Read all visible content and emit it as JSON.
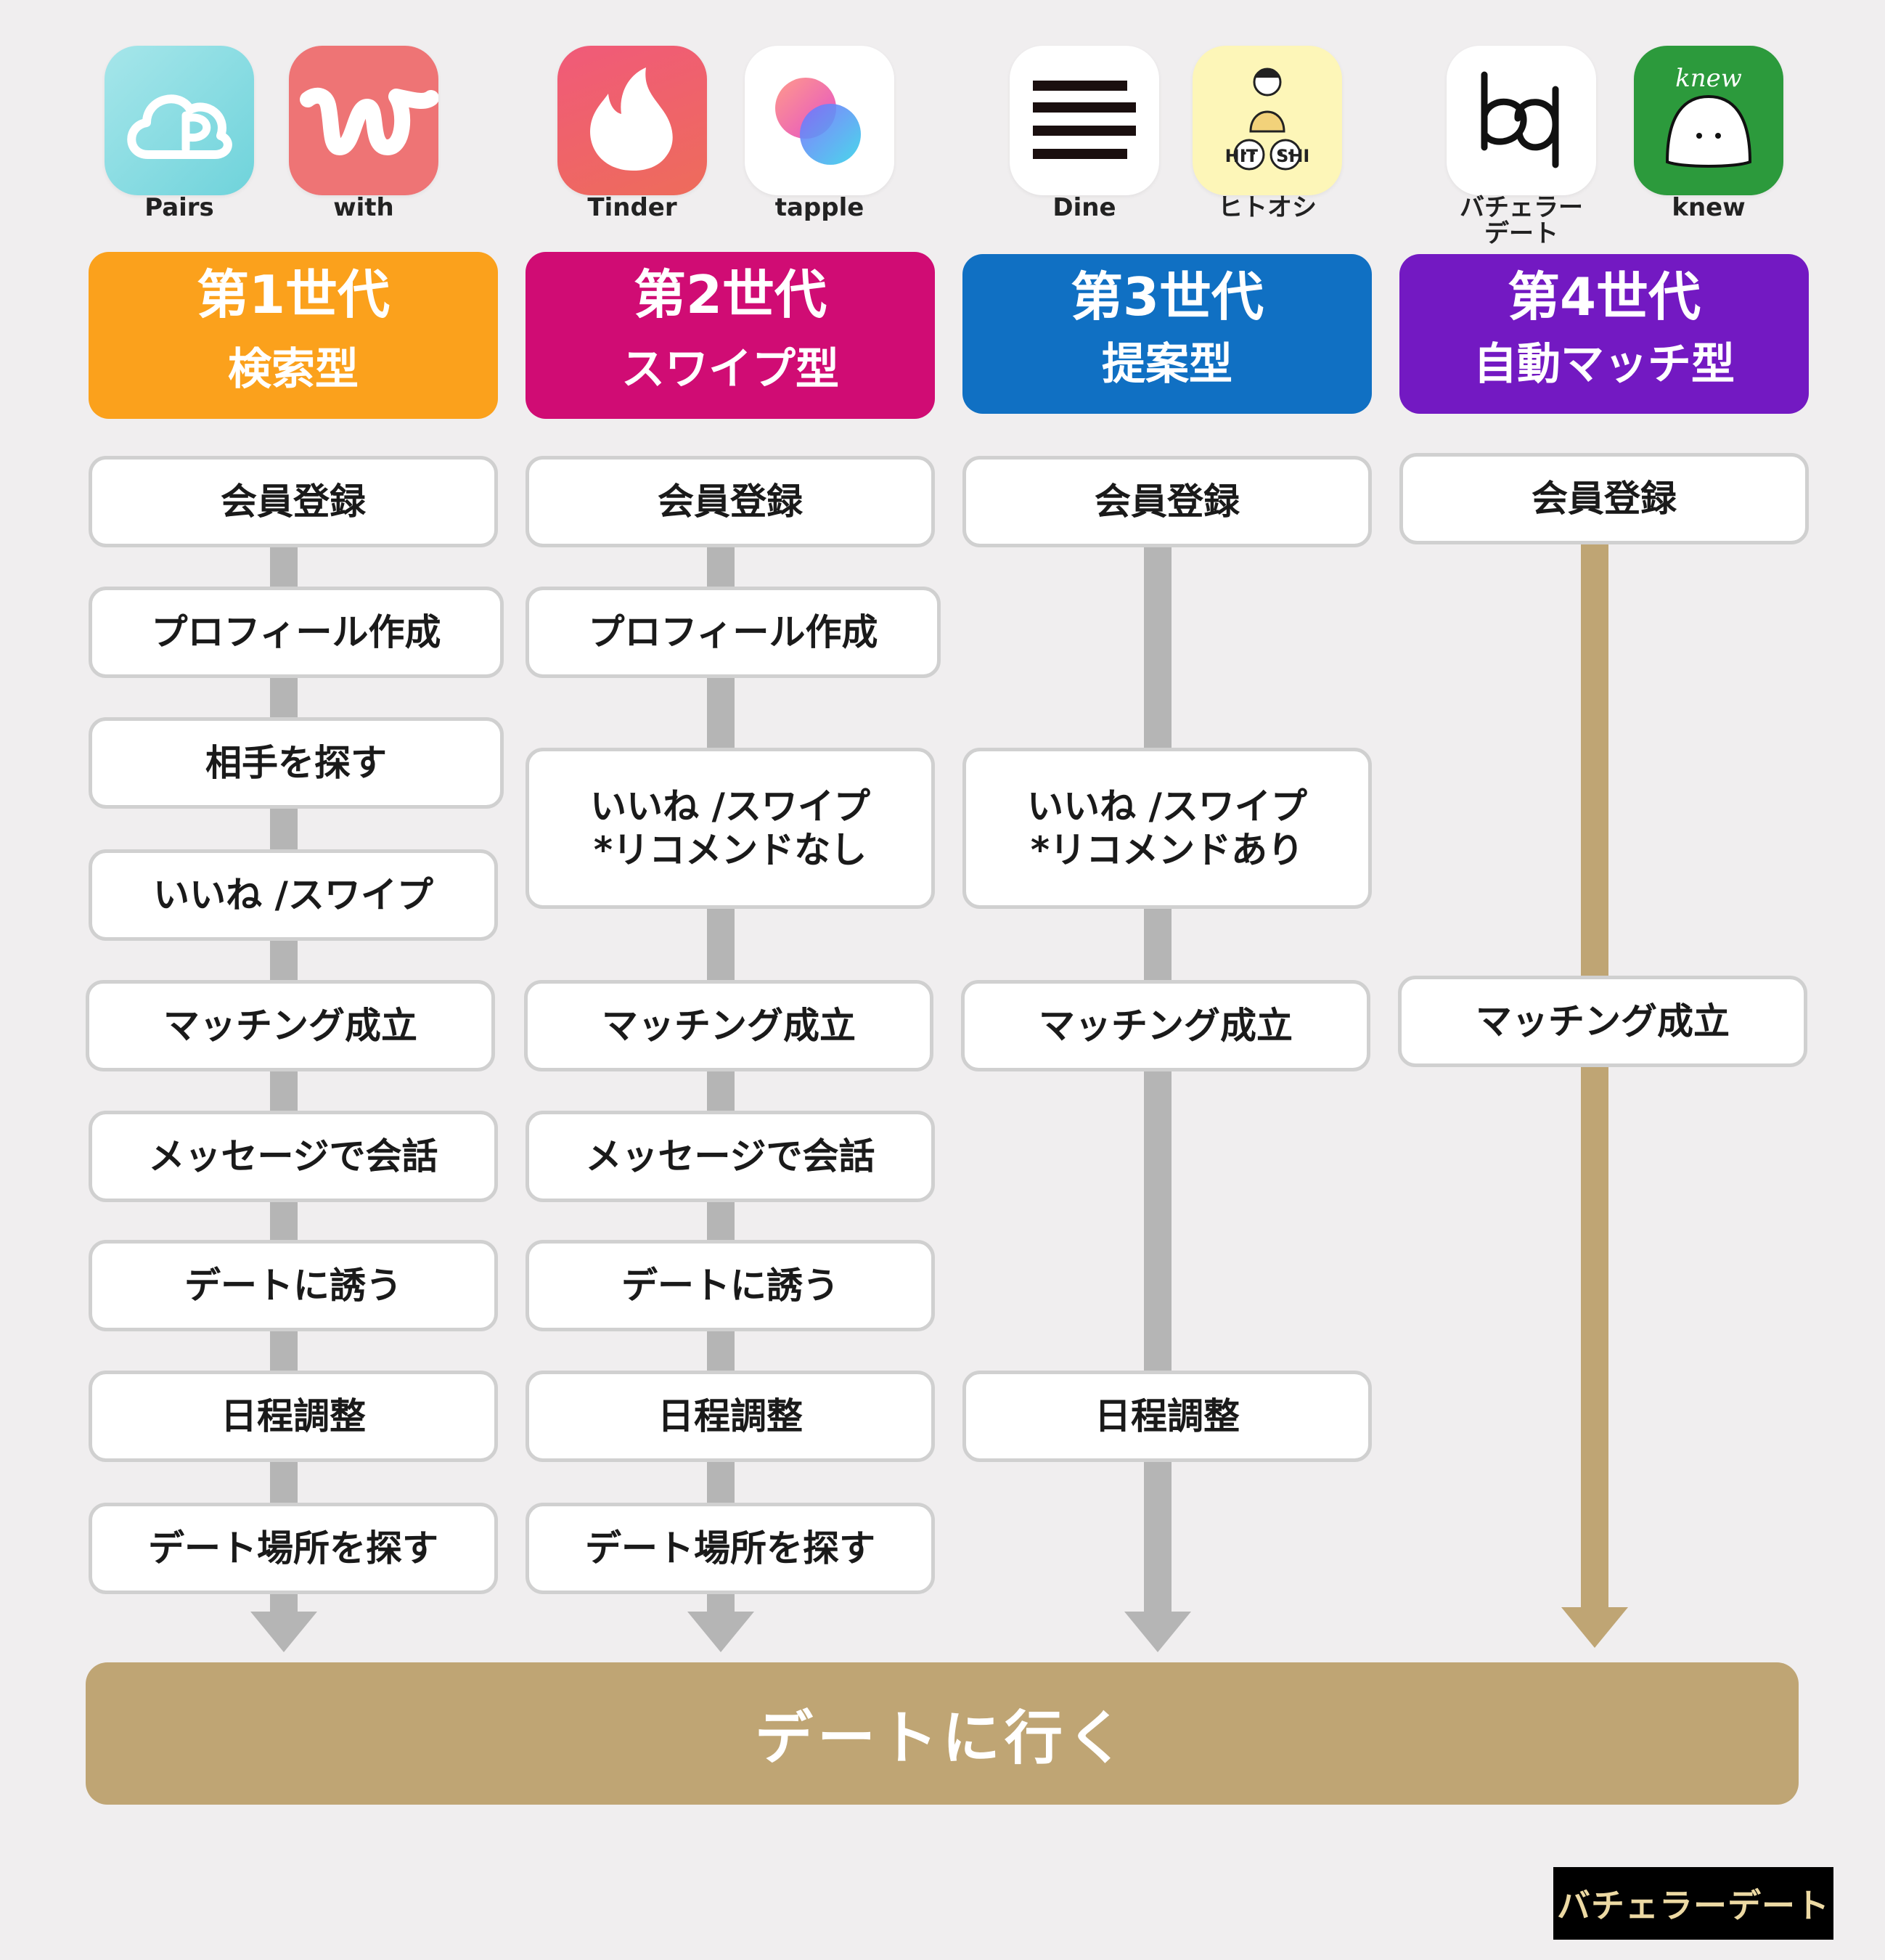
{
  "apps": [
    {
      "name": "Pairs",
      "icon": "pairs-cloud-icon"
    },
    {
      "name": "with",
      "icon": "with-w-icon"
    },
    {
      "name": "Tinder",
      "icon": "tinder-flame-icon"
    },
    {
      "name": "tapple",
      "icon": "tapple-bubbles-icon"
    },
    {
      "name": "Dine",
      "icon": "dine-stripes-icon"
    },
    {
      "name": "ヒトオシ",
      "icon": "hitoshi-illustration-icon",
      "icon_text": "HIT   SHI"
    },
    {
      "name": "バチェラー デート",
      "icon": "bachelor-logo-icon"
    },
    {
      "name": "knew",
      "icon": "knew-ghost-icon",
      "icon_text": "knew"
    }
  ],
  "generations": [
    {
      "title": "第1世代",
      "type": "検索型",
      "color": "#fba11c"
    },
    {
      "title": "第2世代",
      "type": "スワイプ型",
      "color": "#d00c74"
    },
    {
      "title": "第3世代",
      "type": "提案型",
      "color": "#1070c3"
    },
    {
      "title": "第4世代",
      "type": "自動マッチ型",
      "color": "#7319c2"
    }
  ],
  "gen1_steps": [
    "会員登録",
    "プロフィール作成",
    "相手を探す",
    "いいね /スワイプ",
    "マッチング成立",
    "メッセージで会話",
    "デートに誘う",
    "日程調整",
    "デート場所を探す"
  ],
  "gen2_steps": {
    "register": "会員登録",
    "profile": "プロフィール作成",
    "like_line1": "いいね /スワイプ",
    "like_line2": "*リコメンドなし",
    "match": "マッチング成立",
    "message": "メッセージで会話",
    "invite": "デートに誘う",
    "schedule": "日程調整",
    "place": "デート場所を探す"
  },
  "gen3_steps": {
    "register": "会員登録",
    "like_line1": "いいね /スワイプ",
    "like_line2": "*リコメンドあり",
    "match": "マッチング成立",
    "schedule": "日程調整"
  },
  "gen4_steps": {
    "register": "会員登録",
    "match": "マッチング成立"
  },
  "goal": "デートに行く",
  "brand": "バチェラーデート",
  "colors": {
    "flow_gray": "#b5b5b5",
    "flow_gold": "#bfa574",
    "background": "#f0eeef"
  }
}
